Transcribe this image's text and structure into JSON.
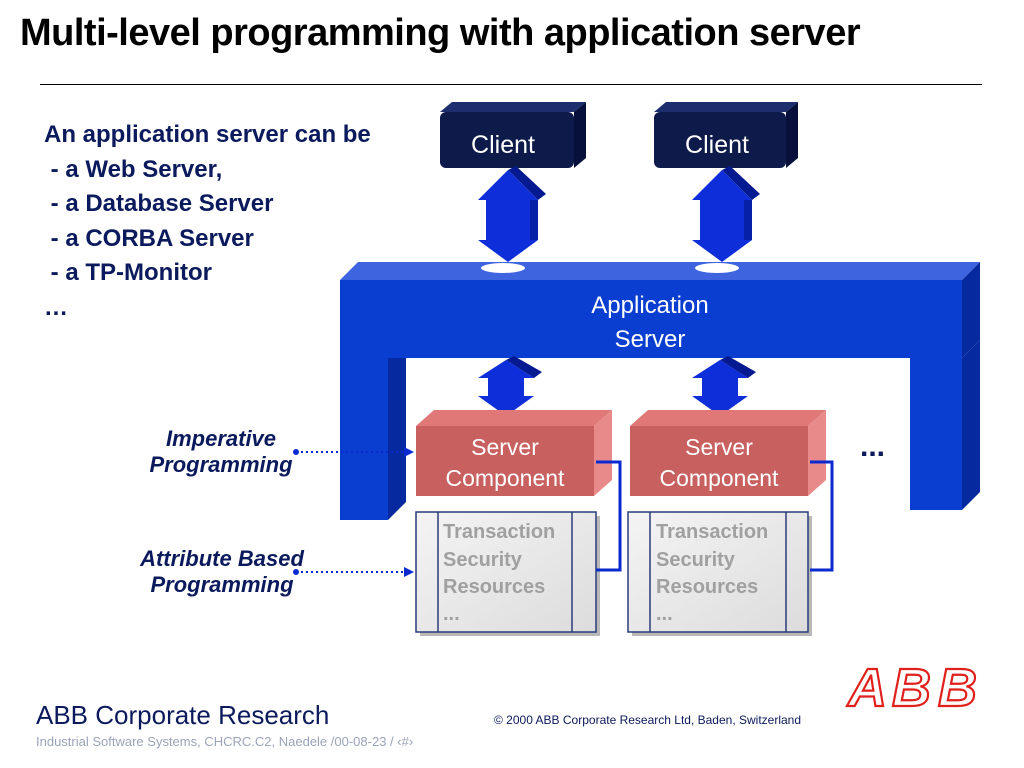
{
  "title": "Multi-level programming with application server",
  "bullets": {
    "lines": [
      "An application server can be",
      " - a Web Server,",
      " - a Database Server",
      " - a CORBA Server",
      " - a TP-Monitor",
      "…"
    ]
  },
  "diagram": {
    "clients": [
      {
        "label": "Client"
      },
      {
        "label": "Client"
      }
    ],
    "app_server": {
      "label_line1": "Application",
      "label_line2": "Server"
    },
    "components": [
      {
        "label_line1": "Server",
        "label_line2": "Component",
        "attributes": [
          "Transaction",
          "Security",
          "Resources",
          "..."
        ]
      },
      {
        "label_line1": "Server",
        "label_line2": "Component",
        "attributes": [
          "Transaction",
          "Security",
          "Resources",
          "..."
        ]
      }
    ],
    "ellipsis": "...",
    "imperative": {
      "line1": "Imperative",
      "line2": "Programming"
    },
    "attribute": {
      "line1": "Attribute Based",
      "line2": "Programming"
    },
    "colors": {
      "client_face": "#0d1a4a",
      "server_blue": "#0a3ed0",
      "server_blue_dark": "#0629a0",
      "component_red": "#c86060",
      "component_red_light": "#e07878",
      "arrow_blue": "#0d2ed8",
      "attr_text": "#a0a0a0",
      "text_navy": "#0b1a5c"
    },
    "logo": "ABB"
  },
  "footer": {
    "org": "ABB Corporate Research",
    "sub": "Industrial Software Systems, CHCRC.C2, Naedele /00-08-23 / ‹#›",
    "copyright": "© 2000 ABB Corporate Research Ltd, Baden, Switzerland"
  }
}
